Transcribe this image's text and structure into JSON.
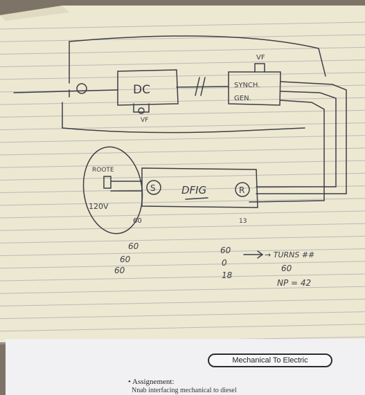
{
  "sketch": {
    "dc_block": "DC",
    "dc_control": "VF",
    "gen_block": "SYNCH.\nGEN.",
    "gen_top": "VF",
    "dfig_block": "DFIG",
    "stator_mark": "S",
    "rotor_mark": "R",
    "source_label": "ROOTE",
    "source_volt": "120V",
    "left_top": "60",
    "left_bottom": "13",
    "col1": [
      "60",
      "60",
      "60"
    ],
    "col2": [
      "60",
      "0",
      "18"
    ],
    "arrow_note": "→ TURNS ##",
    "col3": [
      "60",
      "NP = 42"
    ]
  },
  "printed": {
    "tab_label": "Mechanical   To   Electric",
    "bullet": "Assignement:",
    "bullet_sub": "Nnab interfacing mechanical to diesel"
  },
  "colors": {
    "paper": "#ede8d2",
    "rule": "#b9b9ba",
    "ink": "#3b3e46"
  }
}
